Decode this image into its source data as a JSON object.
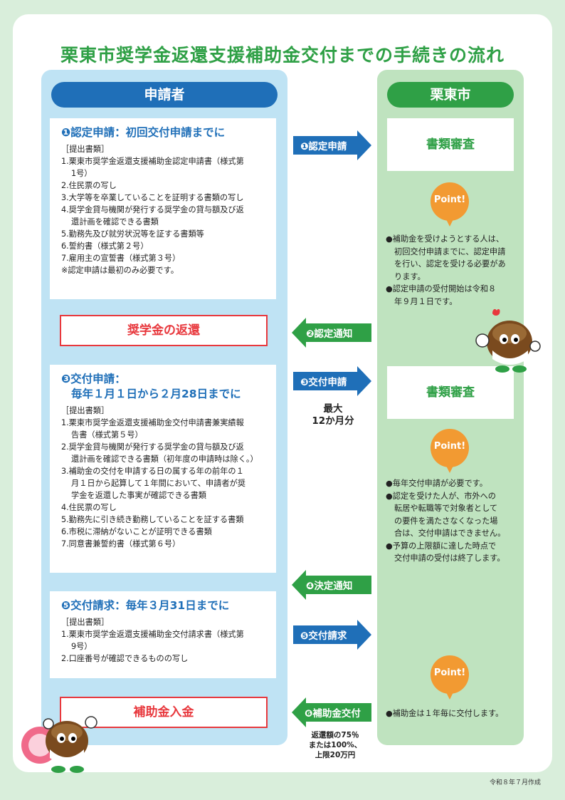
{
  "title": "栗東市奨学金返還支援補助金交付までの手続きの流れ",
  "left_header": "申請者",
  "right_header": "栗東市",
  "box1": {
    "heading": "❶認定申請：初回交付申請までに",
    "lines": [
      "［提出書類］",
      "1.栗東市奨学金返還支援補助金認定申請書（様式第",
      "1号）",
      "2.住民票の写し",
      "3.大学等を卒業していることを証明する書類の写し",
      "4.奨学金貸与機関が発行する奨学金の貸与額及び返",
      "還計画を確認できる書類",
      "5.勤務先及び就労状況等を証する書類等",
      "6.誓約書（様式第２号）",
      "7.雇用主の宣誓書（様式第３号）",
      "※認定申請は最初のみ必要です。"
    ]
  },
  "repay_box": "奨学金の返還",
  "box3": {
    "heading1": "❸交付申請：",
    "heading2": "毎年１月１日から２月28日までに",
    "lines": [
      "［提出書類］",
      "1.栗東市奨学金返還支援補助金交付申請書兼実績報",
      "告書（様式第５号）",
      "2.奨学金貸与機関が発行する奨学金の貸与額及び返",
      "還計画を確認できる書類（初年度の申請時は除く。）",
      "3.補助金の交付を申請する日の属する年の前年の１",
      "月１日から起算して１年間において、申請者が奨",
      "学金を返還した事実が確認できる書類",
      "4.住民票の写し",
      "5.勤務先に引き続き勤務していることを証する書類",
      "6.市税に滞納がないことが証明できる書類",
      "7.同意書兼誓約書（様式第６号）"
    ]
  },
  "box5": {
    "heading": "❺交付請求：毎年３月31日までに",
    "lines": [
      "［提出書類］",
      "1.栗東市奨学金返還支援補助金交付請求書（様式第",
      "9号）",
      "2.口座番号が確認できるものの写し"
    ]
  },
  "money_box": "補助金入金",
  "review1": "書類審査",
  "review2": "書類審査",
  "arrows": {
    "a1": "❶認定申請",
    "a2": "❷認定通知",
    "a3": "❸交付申請",
    "a4": "❹決定通知",
    "a5": "❺交付請求",
    "a6": "❻補助金交付"
  },
  "max_note": [
    "最大",
    "12か月分"
  ],
  "rate_note": [
    "返還額の75％",
    "または100%、",
    "上限20万円"
  ],
  "point_label": "Point!",
  "notes1": [
    "●補助金を受けようとする人は、",
    "初回交付申請までに、認定申請",
    "を行い、認定を受ける必要があ",
    "ります。",
    "●認定申請の受付開始は令和８",
    "年９月１日です。"
  ],
  "notes2": [
    "●毎年交付申請が必要です。",
    "●認定を受けた人が、市外への",
    "転居や転職等で対象者として",
    "の要件を満たさなくなった場",
    "合は、交付申請はできません。",
    "●予算の上限額に達した時点で",
    "交付申請の受付は終了します。"
  ],
  "notes3": [
    "●補助金は１年毎に交付します。"
  ],
  "footer": "令和８年７月作成",
  "colors": {
    "blue": "#1f6fb8",
    "green": "#2fa046",
    "red": "#e8383d",
    "orange": "#f29a32",
    "light_blue": "#bfe3f4",
    "light_green": "#bfe3bf"
  }
}
